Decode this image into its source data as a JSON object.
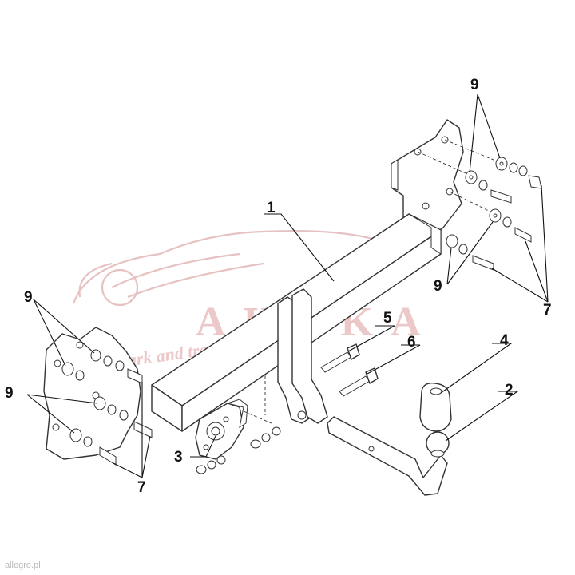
{
  "diagram": {
    "callouts": {
      "beam": "1",
      "ball": "2",
      "socket_plate": "3",
      "ball_cover": "4",
      "bolt_a": "5",
      "bolt_b": "6",
      "washer_left": "9",
      "washer_left_lower": "9",
      "washer_right": "9",
      "washer_right_lower": "9",
      "bolt_left": "7",
      "bolt_right": "7"
    },
    "watermark": {
      "brand": "AHAKA",
      "tagline": "park and travel"
    },
    "credit": "allegro.pl"
  }
}
